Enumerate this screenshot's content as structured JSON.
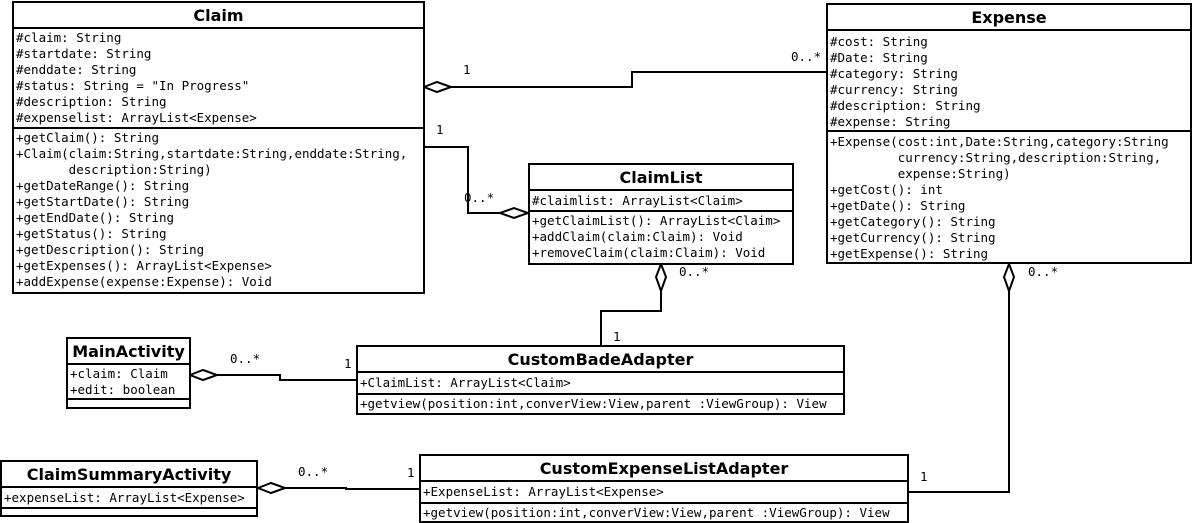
{
  "classes": {
    "claim": {
      "name": "Claim",
      "attributes": [
        "#claim: String",
        "#startdate: String",
        "#enddate: String",
        "#status: String = \"In Progress\"",
        "#description: String",
        "#expenselist: ArrayList<Expense>"
      ],
      "methods": [
        "+getClaim(): String",
        "+Claim(claim:String,startdate:String,enddate:String,",
        "       description:String)",
        "+getDateRange(): String",
        "+getStartDate(): String",
        "+getEndDate(): String",
        "+getStatus(): String",
        "+getDescription(): String",
        "+getExpenses(): ArrayList<Expense>",
        "+addExpense(expense:Expense): Void"
      ]
    },
    "expense": {
      "name": "Expense",
      "attributes": [
        "#cost: String",
        "#Date: String",
        "#category: String",
        "#currency: String",
        "#description: String",
        "#expense: String"
      ],
      "methods": [
        "+Expense(cost:int,Date:String,category:String",
        "         currency:String,description:String,",
        "         expense:String)",
        "+getCost(): int",
        "+getDate(): String",
        "+getCategory(): String",
        "+getCurrency(): String",
        "+getExpense(): String"
      ]
    },
    "claimlist": {
      "name": "ClaimList",
      "attributes": [
        "#claimlist: ArrayList<Claim>"
      ],
      "methods": [
        "+getClaimList(): ArrayList<Claim>",
        "+addClaim(claim:Claim): Void",
        "+removeClaim(claim:Claim): Void"
      ]
    },
    "mainactivity": {
      "name": "MainActivity",
      "attributes": [
        "+claim: Claim",
        "+edit: boolean"
      ],
      "methods": []
    },
    "custombadeadapter": {
      "name": "CustomBadeAdapter",
      "attributes": [
        "+ClaimList: ArrayList<Claim>"
      ],
      "methods": [
        "+getview(position:int,converView:View,parent :ViewGroup): View"
      ]
    },
    "claimsummaryactivity": {
      "name": "ClaimSummaryActivity",
      "attributes": [
        "+expenseList: ArrayList<Expense>"
      ],
      "methods": []
    },
    "customexpenselistadapter": {
      "name": "CustomExpenseListAdapter",
      "attributes": [
        "+ExpenseList: ArrayList<Expense>"
      ],
      "methods": [
        "+getview(position:int,converView:View,parent :ViewGroup): View"
      ]
    }
  },
  "multiplicities": {
    "claim_expense_claim_end": "1",
    "claim_expense_expense_end": "0..*",
    "claim_claimlist_claim_end": "1",
    "claim_claimlist_claimlist_end": "0..*",
    "claimlist_adapter_claimlist_end": "0..*",
    "claimlist_adapter_adapter_end": "1",
    "main_adapter_main_end": "0..*",
    "main_adapter_adapter_end": "1",
    "expense_expadapter_expense_end": "0..*",
    "expense_expadapter_adapter_end": "1",
    "summary_expadapter_summary_end": "0..*",
    "summary_expadapter_adapter_end": "1"
  }
}
